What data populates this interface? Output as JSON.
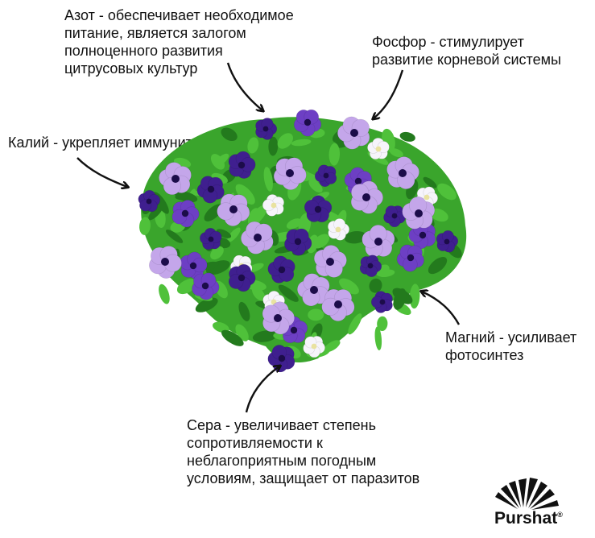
{
  "labels": {
    "nitrogen": "Азот - обеспечивает необходимое\nпитание, является залогом\nполноценного развития\nцитрусовых культур",
    "phosphorus": "Фосфор - стимулирует\nразвитие корневой системы",
    "potassium": "Калий - укрепляет иммунитет",
    "magnesium": "Магний - усиливает\nфотосинтез",
    "sulfur": "Сера - увеличивает степень\nсопротивляемости к\nнеблагоприятным погодным\nусловиям, защищает от паразитов"
  },
  "logo": {
    "name": "Purshat",
    "registered": "®"
  },
  "colors": {
    "leaf": "#3aa52c",
    "leaf_dark": "#237a1d",
    "purple_dark": "#3f1f8f",
    "purple": "#6d3fc4",
    "violet_light": "#c4a6ea",
    "white_petal": "#f6f4fb",
    "text": "#111111"
  }
}
